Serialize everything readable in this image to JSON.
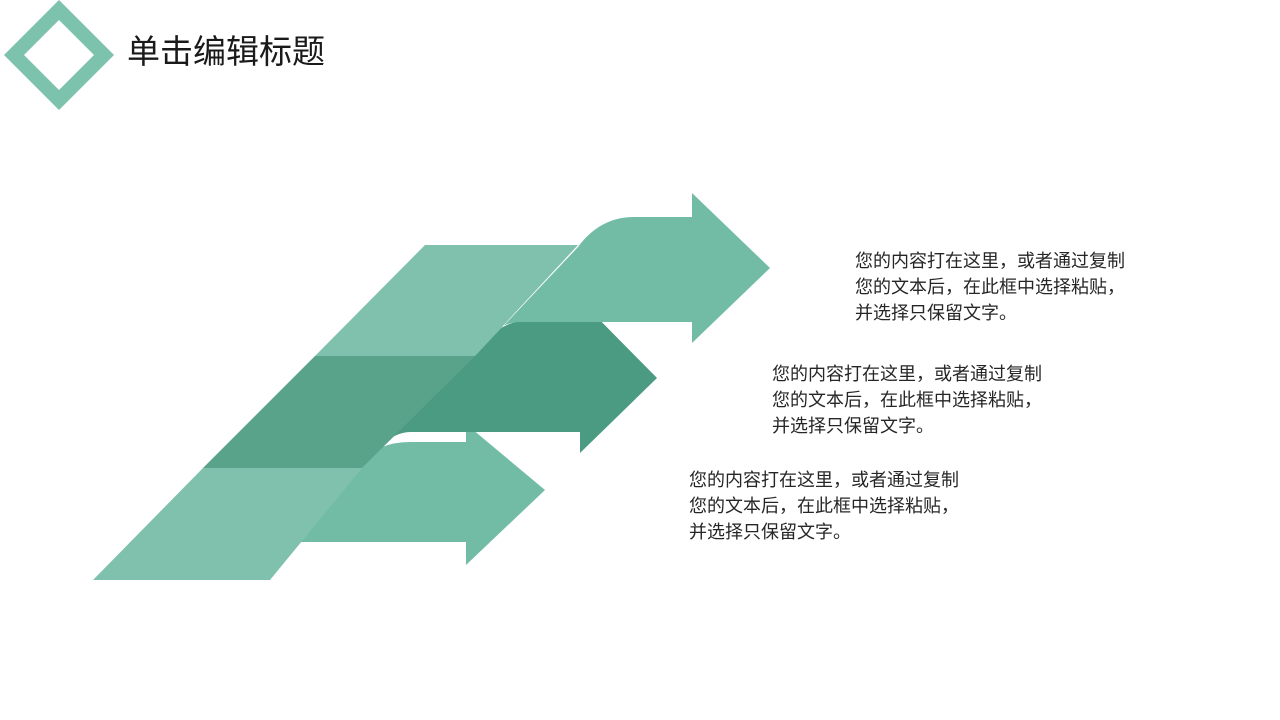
{
  "slide": {
    "title": "单击编辑标题",
    "text_blocks": [
      {
        "line1": "您的内容打在这里，或者通过复制",
        "line2": "您的文本后，在此框中选择粘贴，",
        "line3": "并选择只保留文字。"
      },
      {
        "line1": "您的内容打在这里，或者通过复制",
        "line2": "您的文本后，在此框中选择粘贴，",
        "line3": "并选择只保留文字。"
      },
      {
        "line1": "您的内容打在这里，或者通过复制",
        "line2": "您的文本后，在此框中选择粘贴，",
        "line3": "并选择只保留文字。"
      }
    ]
  },
  "colors": {
    "accent": "#7cc2ad",
    "arrow_light": "#72bca6",
    "arrow_dark": "#4a9b82",
    "band_light": "#80c1ad",
    "band_dark": "#5aa38b"
  },
  "icons": {
    "title_marker": "diamond-outline-icon"
  }
}
